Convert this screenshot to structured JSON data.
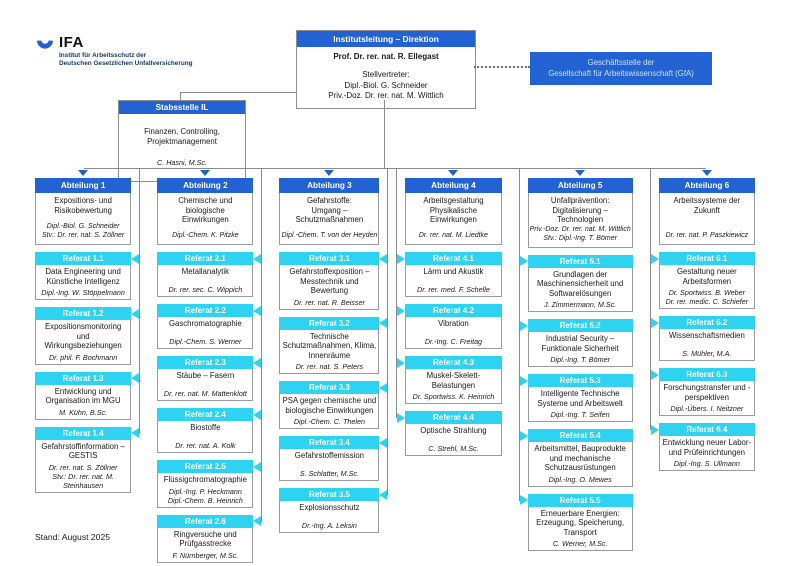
{
  "colors": {
    "brand_blue": "#2262d3",
    "accent_cyan": "#2ed3f1",
    "logo_navy": "#17375d",
    "line_gray": "#8c8c8c"
  },
  "logo": {
    "acronym": "IFA",
    "subtitle": "Institut für Arbeitsschutz der\nDeutschen Gesetzlichen Unfallversicherung"
  },
  "direktion": {
    "title": "Institutsleitung – Direktion",
    "head": "Prof. Dr. rer. nat. R. Ellegast",
    "deputy_label": "Stellvertreter:",
    "deputy1": "Dipl.-Biol. G. Schneider",
    "deputy2": "Priv.-Doz. Dr. rer. nat. M. Wittlich"
  },
  "gfa": {
    "label": "Geschäftsstelle der\nGesellschaft für Arbeitswissenschaft (GfA)"
  },
  "stabsstelle": {
    "title": "Stabsstelle IL",
    "desc": "Finanzen, Controlling,\nProjektmanagement",
    "person": "C. Hasni, M.Sc."
  },
  "departments": [
    {
      "title": "Abteilung 1",
      "desc": "Expositions- und\nRisikobewertung",
      "leads": [
        "Dipl.-Biol. G. Schneider",
        "Stv.: Dr. rer. nat. S. Zöllner"
      ],
      "units": [
        {
          "title": "Referat 1.1",
          "desc": "Data Engineering und Künstliche Intelligenz",
          "persons": [
            "Dipl.-Ing. W. Stöppelmann"
          ]
        },
        {
          "title": "Referat 1.2",
          "desc": "Expositionsmonitoring und Wirkungsbeziehungen",
          "persons": [
            "Dr. phil. F. Bochmann"
          ]
        },
        {
          "title": "Referat 1.3",
          "desc": "Entwicklung und Organisation im MGU",
          "persons": [
            "M. Kühn, B.Sc."
          ]
        },
        {
          "title": "Referat 1.4",
          "desc": "Gefahrstoffinformation – GESTIS",
          "persons": [
            "Dr. rer. nat. S. Zöllner",
            "Stv.: Dr. rer. nat. M. Steinhausen"
          ]
        }
      ]
    },
    {
      "title": "Abteilung 2",
      "desc": "Chemische und biologische\nEinwirkungen",
      "leads": [
        "Dipl.-Chem. K. Pitzke"
      ],
      "units": [
        {
          "title": "Referat 2.1",
          "desc": "Metallanalytik",
          "persons": [
            "Dr. rer. sec. C. Wippich"
          ]
        },
        {
          "title": "Referat 2.2",
          "desc": "Gaschromatographie",
          "persons": [
            "Dipl.-Chem. S. Werner"
          ]
        },
        {
          "title": "Referat 2.3",
          "desc": "Stäube – Fasern",
          "persons": [
            "Dr. rer. nat. M. Mattenklott"
          ]
        },
        {
          "title": "Referat 2.4",
          "desc": "Biostoffe",
          "persons": [
            "Dr. rer. nat. A. Kolk"
          ]
        },
        {
          "title": "Referat 2.5",
          "desc": "Flüssigchromatographie",
          "persons": [
            "Dipl.-Ing. P. Heckmann",
            "Dipl.-Chem. B. Heinrich"
          ]
        },
        {
          "title": "Referat 2.6",
          "desc": "Ringversuche und Prüfgasstrecke",
          "persons": [
            "F. Nürnberger, M.Sc."
          ]
        }
      ]
    },
    {
      "title": "Abteilung 3",
      "desc": "Gefahrstoffe:\nUmgang – Schutzmaßnahmen",
      "leads": [
        "Dipl.-Chem. T. von der Heyden"
      ],
      "units": [
        {
          "title": "Referat 3.1",
          "desc": "Gefahrstoffexposition – Messtechnik und Bewertung",
          "persons": [
            "Dr. rer. nat. R. Beisser"
          ]
        },
        {
          "title": "Referat 3.2",
          "desc": "Technische Schutzmaßnahmen, Klima, Innenräume",
          "persons": [
            "Dr. rer. nat. S. Peters"
          ]
        },
        {
          "title": "Referat 3.3",
          "desc": "PSA gegen chemische und biologische Einwirkungen",
          "persons": [
            "Dipl.-Chem. C. Thelen"
          ]
        },
        {
          "title": "Referat 3.4",
          "desc": "Gefahrstoffemission",
          "persons": [
            "S. Schlatter, M.Sc."
          ]
        },
        {
          "title": "Referat 3.5",
          "desc": "Explosionsschutz",
          "persons": [
            "Dr.-Ing. A. Leksin"
          ]
        }
      ]
    },
    {
      "title": "Abteilung 4",
      "desc": "Arbeitsgestaltung\nPhysikalische Einwirkungen",
      "leads": [
        "Dr. rer. nat. M. Liedtke"
      ],
      "units": [
        {
          "title": "Referat 4.1",
          "desc": "Lärm und Akustik",
          "persons": [
            "Dr. rer. med. F. Schelle"
          ]
        },
        {
          "title": "Referat 4.2",
          "desc": "Vibration",
          "persons": [
            "Dr.-Ing. C. Freitag"
          ]
        },
        {
          "title": "Referat 4.3",
          "desc": "Muskel-Skelett-Belastungen",
          "persons": [
            "Dr. Sportwiss. K. Heinrich"
          ]
        },
        {
          "title": "Referat 4.4",
          "desc": "Optische Strahlung",
          "persons": [
            "C. Strehl, M.Sc."
          ]
        }
      ]
    },
    {
      "title": "Abteilung 5",
      "desc": "Unfallprävention:\nDigitalisierung – Technologien",
      "leads": [
        "Priv.-Doz. Dr. rer. nat. M. Wittlich",
        "Stv.: Dipl.-Ing. T. Bömer"
      ],
      "units": [
        {
          "title": "Referat 5.1",
          "desc": "Grundlagen der Maschinensicherheit und Softwarelösungen",
          "persons": [
            "J. Zimmermann, M.Sc."
          ]
        },
        {
          "title": "Referat 5.2",
          "desc": "Industrial Security – Funktionale Sicherheit",
          "persons": [
            "Dipl.-Ing. T. Bömer"
          ]
        },
        {
          "title": "Referat 5.3",
          "desc": "Intelligente Technische Systeme und Arbeitswelt",
          "persons": [
            "Dipl.-Ing. T. Seifen"
          ]
        },
        {
          "title": "Referat 5.4",
          "desc": "Arbeitsmittel, Bauprodukte und mechanische Schutzausrüstungen",
          "persons": [
            "Dipl.-Ing. O. Mewes"
          ]
        },
        {
          "title": "Referat 5.5",
          "desc": "Erneuerbare Energien: Erzeugung, Speicherung, Transport",
          "persons": [
            "C. Werner, M.Sc."
          ]
        }
      ]
    },
    {
      "title": "Abteilung 6",
      "desc": "Arbeitssysteme der\nZukunft",
      "leads": [
        "Dr. rer. nat. P. Paszkiewicz"
      ],
      "units": [
        {
          "title": "Referat 6.1",
          "desc": "Gestaltung neuer Arbeitsformen",
          "persons": [
            "Dr. Sportwiss. B. Weber",
            "Dr. rer. medic. C. Schiefer"
          ]
        },
        {
          "title": "Referat 6.2",
          "desc": "Wissenschaftsmedien",
          "persons": [
            "S. Mühler, M.A."
          ]
        },
        {
          "title": "Referat 6.3",
          "desc": "Forschungstransfer und -perspektiven",
          "persons": [
            "Dipl.-Übers. I. Neitzner"
          ]
        },
        {
          "title": "Referat 6.4",
          "desc": "Entwicklung neuer Labor- und Prüfeinrichtungen",
          "persons": [
            "Dipl.-Ing. S. Ullmann"
          ]
        }
      ]
    }
  ],
  "footer": "Stand: August 2025"
}
